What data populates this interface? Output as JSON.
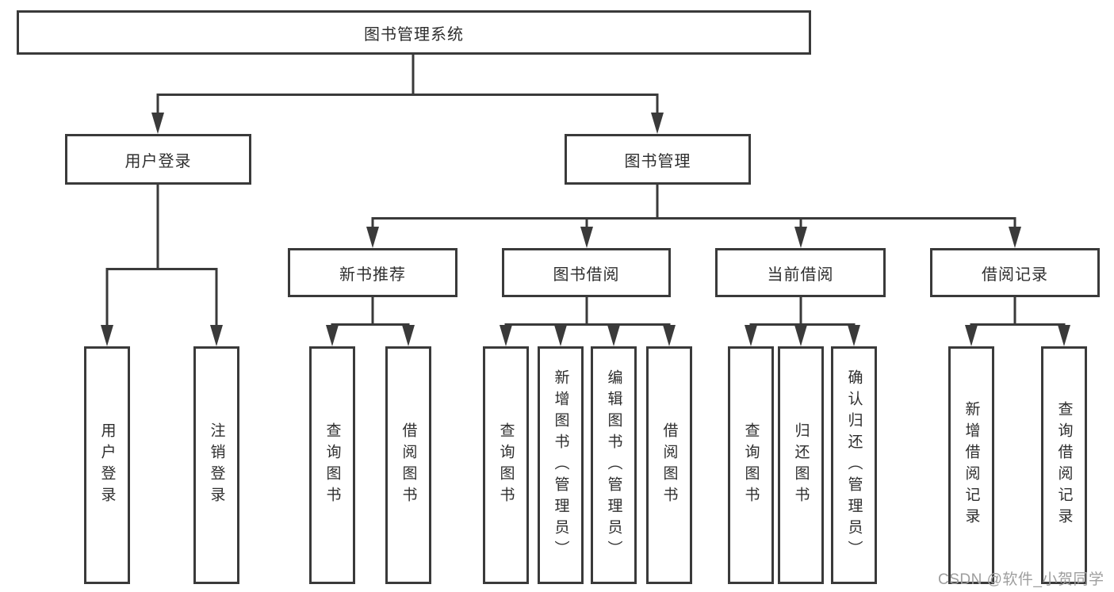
{
  "diagram": {
    "title": "图书管理系统",
    "branches": [
      {
        "label": "用户登录",
        "leaves": [
          "用户登录",
          "注销登录"
        ]
      },
      {
        "label": "图书管理",
        "groups": [
          {
            "label": "新书推荐",
            "leaves": [
              "查询图书",
              "借阅图书"
            ]
          },
          {
            "label": "图书借阅",
            "leaves": [
              "查询图书",
              "新增图书（管理员）",
              "编辑图书（管理员）",
              "借阅图书"
            ]
          },
          {
            "label": "当前借阅",
            "leaves": [
              "查询图书",
              "归还图书",
              "确认归还（管理员）"
            ]
          },
          {
            "label": "借阅记录",
            "leaves": [
              "新增借阅记录",
              "查询借阅记录"
            ]
          }
        ]
      }
    ]
  },
  "watermark": {
    "text": "CSDN @软件_小贺同学",
    "color": "#9e9e9e"
  },
  "colors": {
    "line": "#3a3a3a",
    "box_border": "#3a3a3a",
    "box_fill": "#ffffff",
    "text": "#2e2e2e",
    "background": "#ffffff"
  }
}
